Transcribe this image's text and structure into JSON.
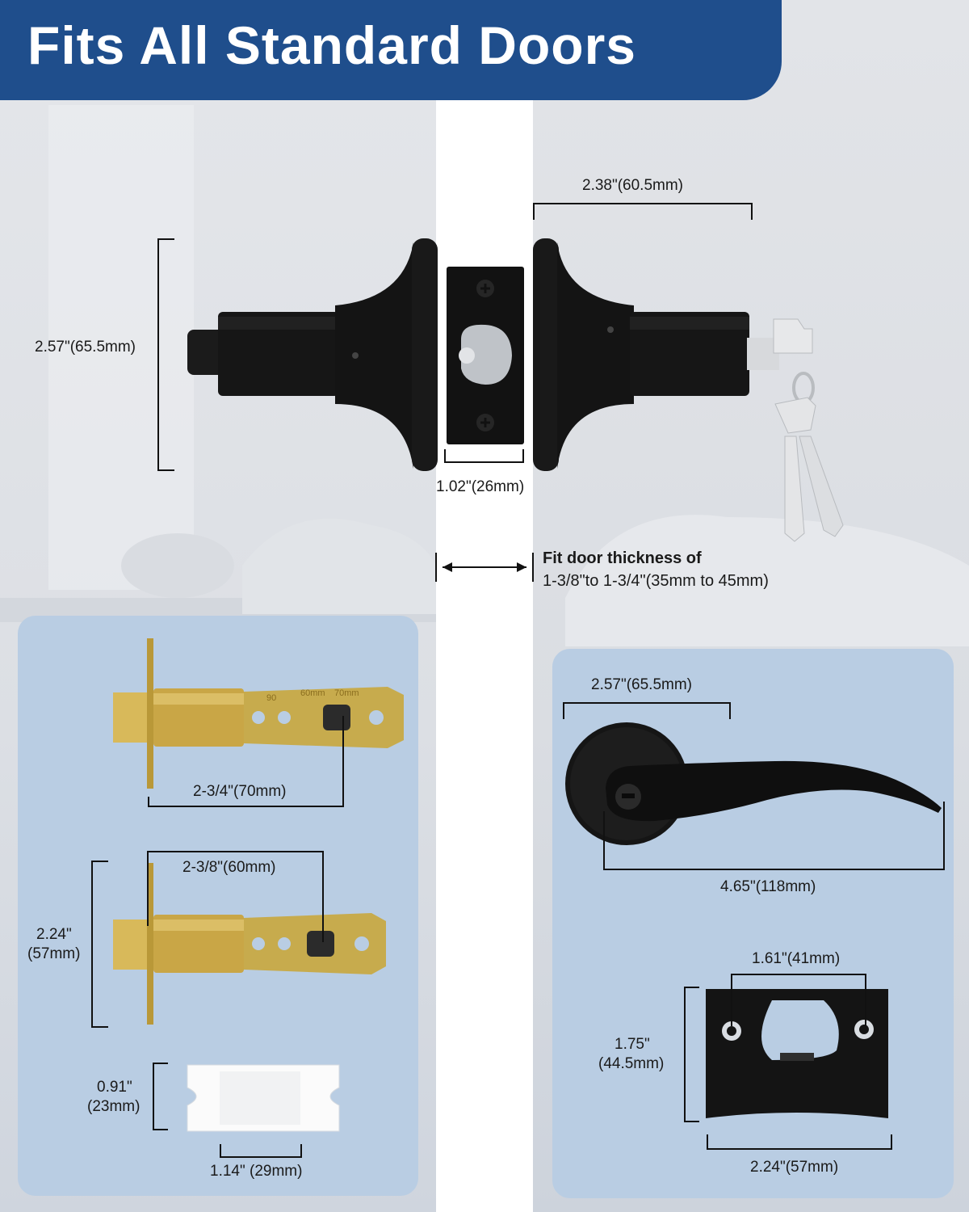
{
  "header": {
    "title": "Fits All Standard Doors"
  },
  "colors": {
    "header_bg": "#1f4e8c",
    "panel_bg": "#b9cde3",
    "lock_black": "#141414",
    "brass": "#c9a646"
  },
  "main_lock": {
    "height_label": "2.57\"(65.5mm)",
    "length_label": "2.38\"(60.5mm)",
    "faceplate_label": "1.02\"(26mm)"
  },
  "door": {
    "thickness_title": "Fit door thickness of",
    "thickness_range": "1-3/8\"to 1-3/4\"(35mm to 45mm)"
  },
  "latch_panel": {
    "latch_70_label": "2-3/4\"(70mm)",
    "latch_60_label": "2-3/8\"(60mm)",
    "latch_height_line1": "2.24\"",
    "latch_height_line2": "(57mm)",
    "pad_height_line1": "0.91\"",
    "pad_height_line2": "(23mm)",
    "pad_width_label": "1.14\" (29mm)",
    "latch_marks": [
      "90",
      "60mm",
      "70mm"
    ]
  },
  "lever_panel": {
    "rose_label": "2.57\"(65.5mm)",
    "lever_length_label": "4.65\"(118mm)",
    "strike_holes_label": "1.61\"(41mm)",
    "strike_height_line1": "1.75\"",
    "strike_height_line2": "(44.5mm)",
    "strike_width_label": "2.24\"(57mm)"
  },
  "icons": [
    "lock-body-icon",
    "key-icon",
    "latch-icon",
    "lever-handle-icon",
    "strike-plate-icon",
    "screw-icon",
    "pad-icon"
  ]
}
